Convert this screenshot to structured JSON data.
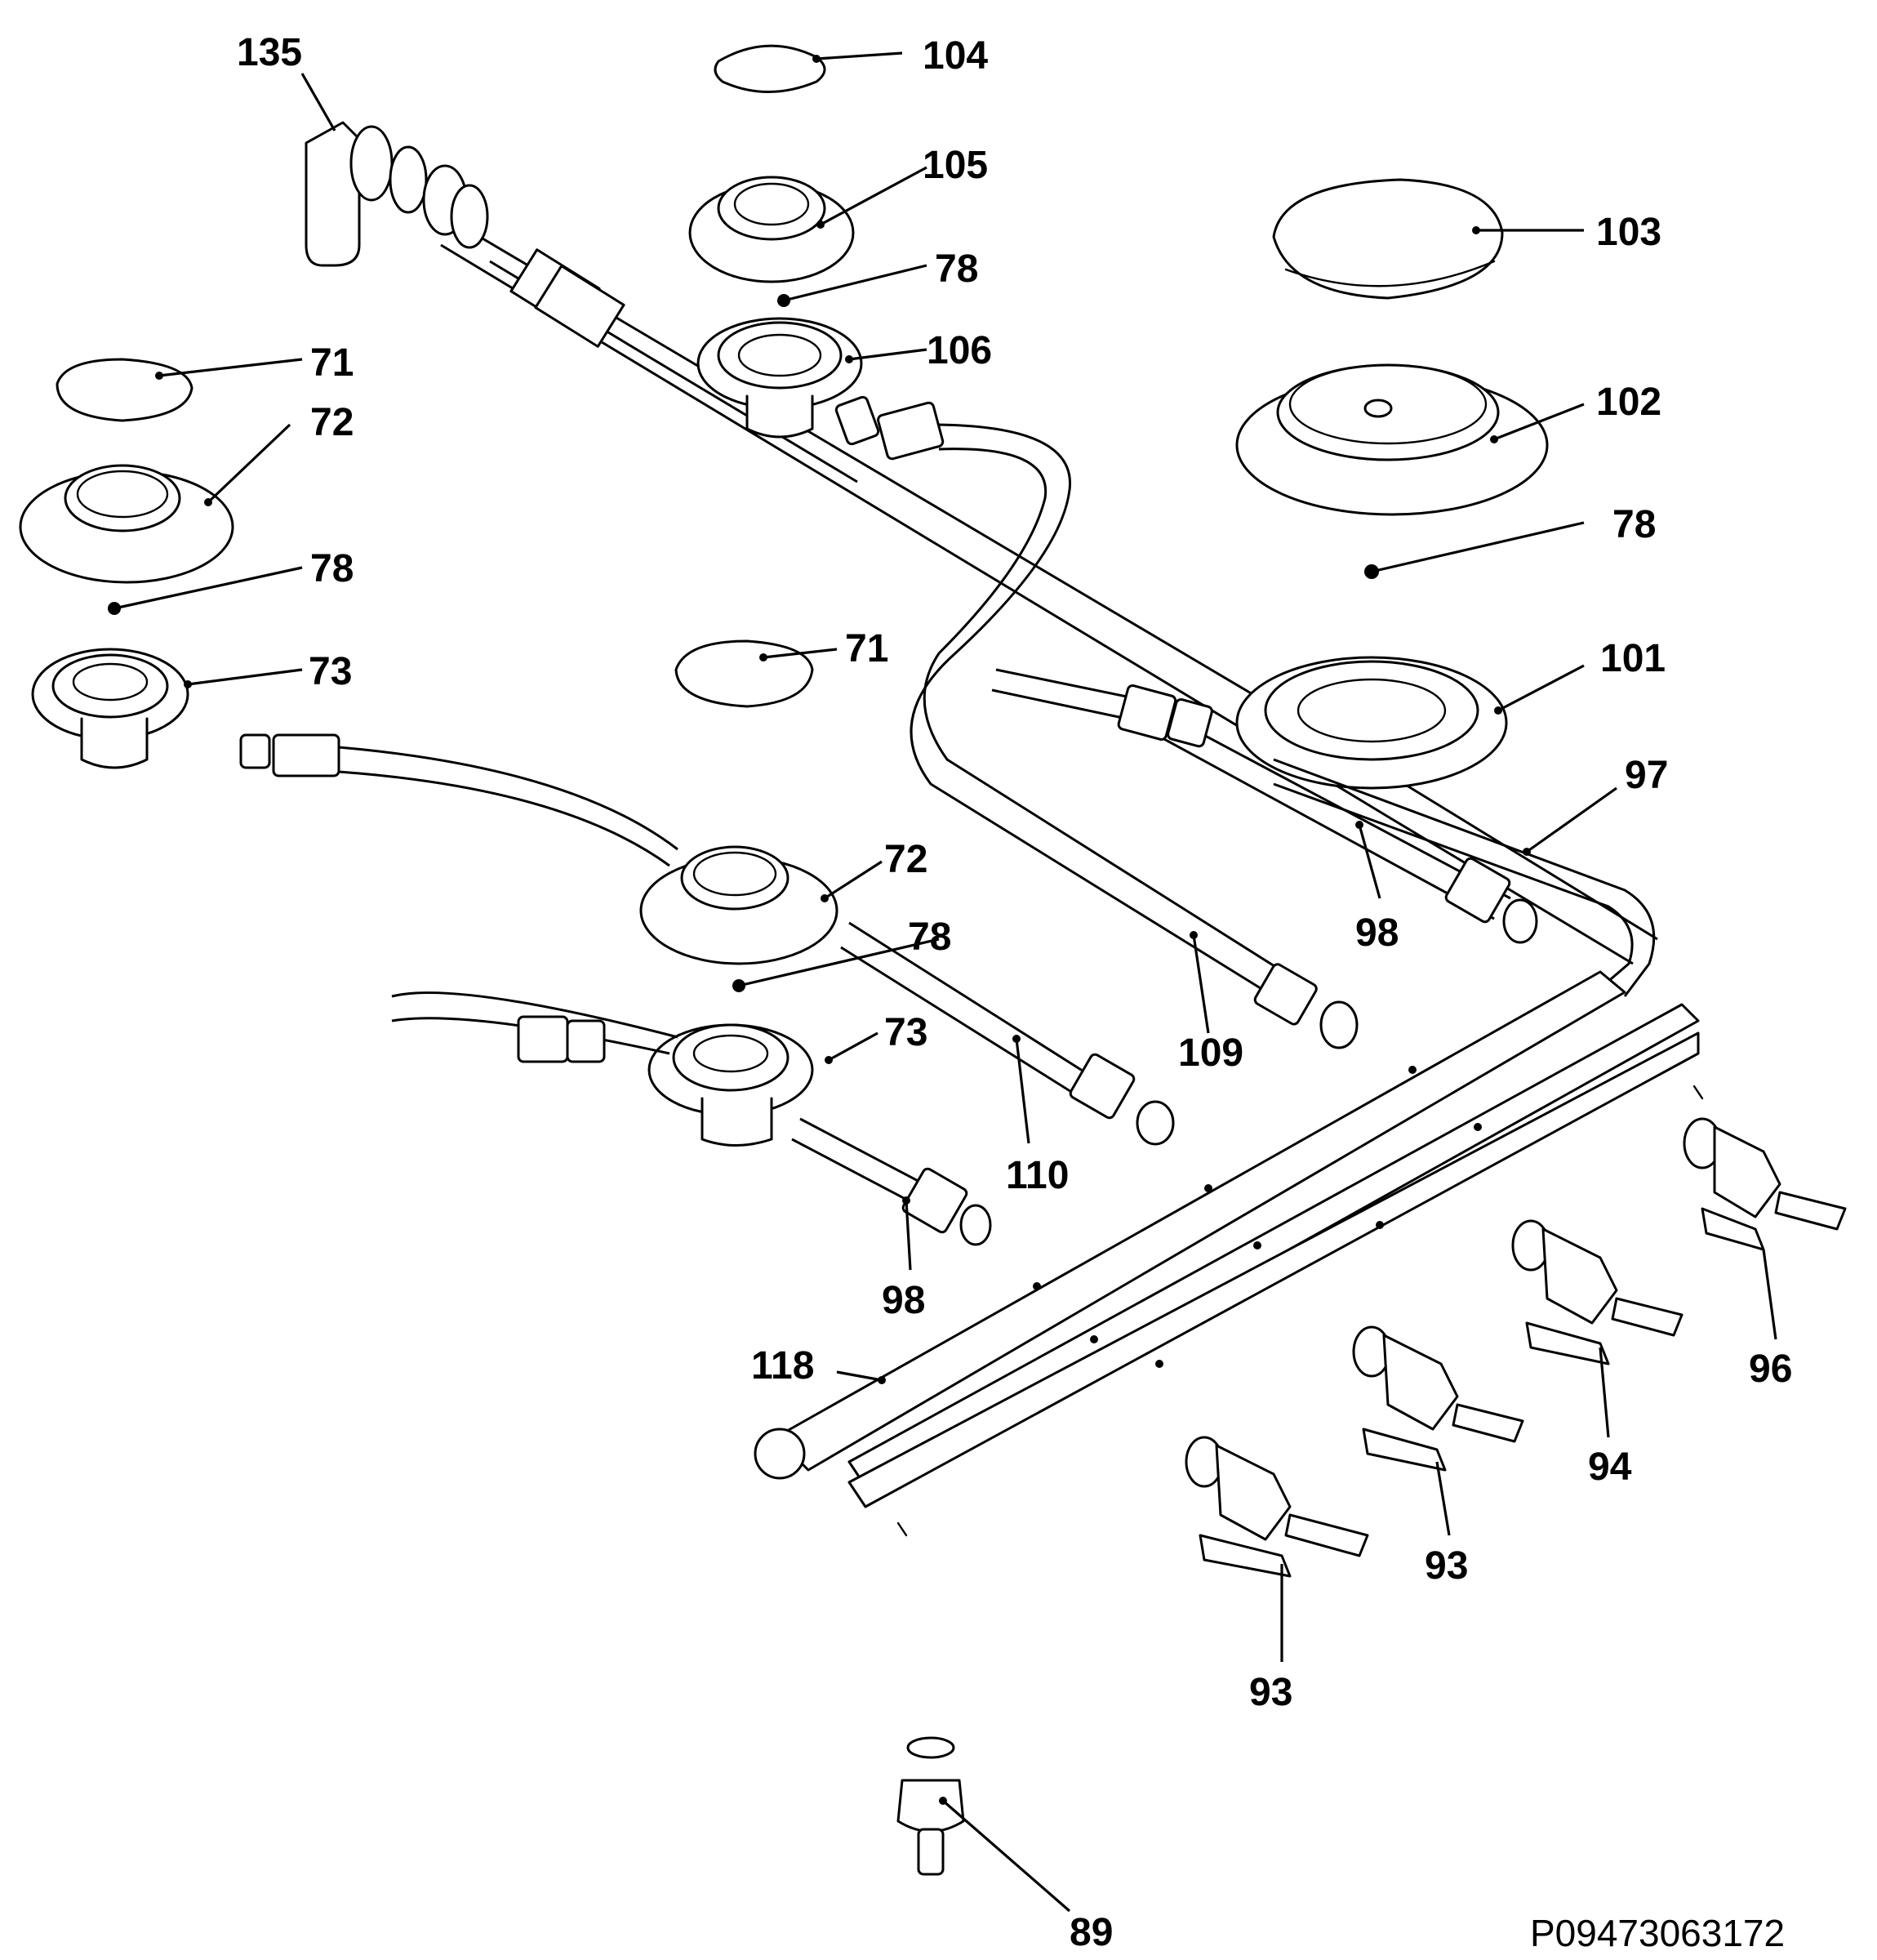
{
  "diagram": {
    "drawing_code": "P09473063172",
    "callouts": {
      "c135": "135",
      "c104": "104",
      "c105": "105",
      "c78_top": "78",
      "c106": "106",
      "c103": "103",
      "c102": "102",
      "c78_right": "78",
      "c101": "101",
      "c97": "97",
      "c98_right": "98",
      "c71_left": "71",
      "c72_left": "72",
      "c78_left": "78",
      "c73_left": "73",
      "c71_mid": "71",
      "c72_mid": "72",
      "c78_mid": "78",
      "c73_mid": "73",
      "c109": "109",
      "c110": "110",
      "c98_mid": "98",
      "c118": "118",
      "c96": "96",
      "c94": "94",
      "c93_upper": "93",
      "c93_lower": "93",
      "c89": "89"
    }
  }
}
